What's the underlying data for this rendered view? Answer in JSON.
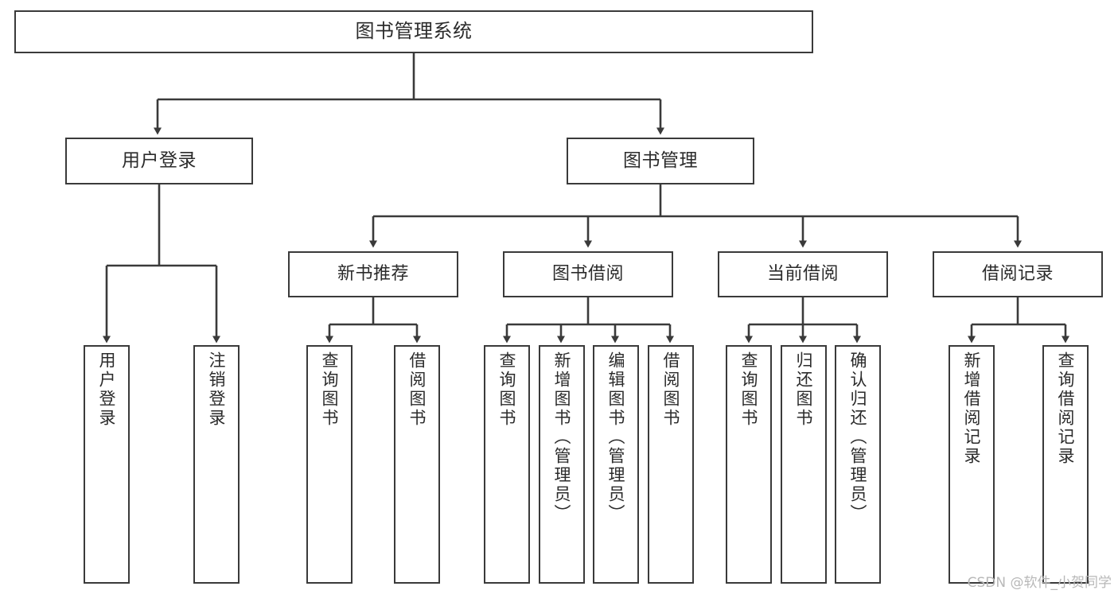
{
  "diagram": {
    "title": "图书管理系统",
    "type": "tree-structure-chart",
    "watermark": "CSDN @软件_小贺同学",
    "accent_color": "#3a3a3a",
    "background_color": "#ffffff",
    "root": {
      "label": "图书管理系统"
    },
    "level2": [
      {
        "label": "用户登录"
      },
      {
        "label": "图书管理"
      }
    ],
    "level3": [
      {
        "label": "新书推荐"
      },
      {
        "label": "图书借阅"
      },
      {
        "label": "当前借阅"
      },
      {
        "label": "借阅记录"
      }
    ],
    "leaves": {
      "user_login": [
        {
          "label": "用户登录"
        },
        {
          "label": "注销登录"
        }
      ],
      "new_book_recommend": [
        {
          "label": "查询图书"
        },
        {
          "label": "借阅图书"
        }
      ],
      "book_borrow": [
        {
          "label": "查询图书"
        },
        {
          "label": "新增图书（管理员）"
        },
        {
          "label": "编辑图书（管理员）"
        },
        {
          "label": "借阅图书"
        }
      ],
      "current_borrow": [
        {
          "label": "查询图书"
        },
        {
          "label": "归还图书"
        },
        {
          "label": "确认归还（管理员）"
        }
      ],
      "borrow_record": [
        {
          "label": "新增借阅记录"
        },
        {
          "label": "查询借阅记录"
        }
      ]
    }
  }
}
